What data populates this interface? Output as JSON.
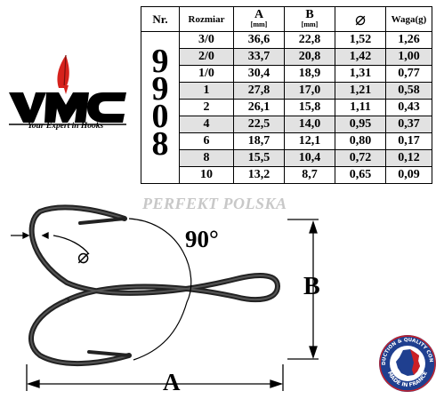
{
  "table": {
    "headers": {
      "nr": "Nr.",
      "size": "Rozmiar",
      "a": "A",
      "a_unit": "[mm]",
      "b": "B",
      "b_unit": "[mm]",
      "diameter": "⌀",
      "weight": "Waga(g)"
    },
    "model_digits": [
      "9",
      "9",
      "0",
      "8"
    ],
    "rows": [
      {
        "size": "3/0",
        "a": "36,6",
        "b": "22,8",
        "d": "1,52",
        "w": "1,26"
      },
      {
        "size": "2/0",
        "a": "33,7",
        "b": "20,8",
        "d": "1,42",
        "w": "1,00"
      },
      {
        "size": "1/0",
        "a": "30,4",
        "b": "18,9",
        "d": "1,31",
        "w": "0,77"
      },
      {
        "size": "1",
        "a": "27,8",
        "b": "17,0",
        "d": "1,21",
        "w": "0,58"
      },
      {
        "size": "2",
        "a": "26,1",
        "b": "15,8",
        "d": "1,11",
        "w": "0,43"
      },
      {
        "size": "4",
        "a": "22,5",
        "b": "14,0",
        "d": "0,95",
        "w": "0,37"
      },
      {
        "size": "6",
        "a": "18,7",
        "b": "12,1",
        "d": "0,80",
        "w": "0,17"
      },
      {
        "size": "8",
        "a": "15,5",
        "b": "10,4",
        "d": "0,72",
        "w": "0,12"
      },
      {
        "size": "10",
        "a": "13,2",
        "b": "8,7",
        "d": "0,65",
        "w": "0,09"
      }
    ]
  },
  "logo": {
    "brand": "VMC",
    "tagline": "Your Expert in Hooks",
    "accent_color": "#d6221c"
  },
  "watermark": "PERFEKT POLSKA",
  "diagram": {
    "angle_label": "90°",
    "dim_a_label": "A",
    "dim_b_label": "B",
    "diameter_symbol": "⌀"
  },
  "badge": {
    "top_text": "PRODUCTION & QUALITY CONTROL",
    "bottom_text": "MADE IN FRANCE",
    "colors": {
      "blue": "#1f3f8f",
      "red": "#cc2026",
      "white": "#ffffff"
    }
  }
}
